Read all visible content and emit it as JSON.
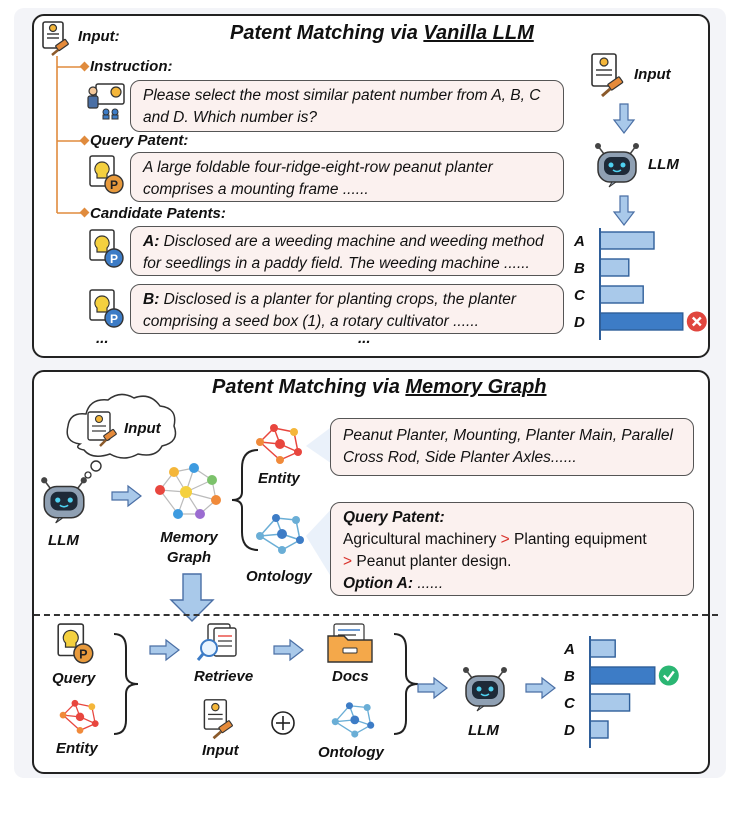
{
  "top": {
    "title_prefix": "Patent Matching via ",
    "title_method": "Vanilla LLM",
    "input_label": "Input:",
    "instruction_label": "Instruction:",
    "instruction_text": "Please select the most similar patent number from A, B, C and D. Which number is?",
    "query_label": "Query Patent:",
    "query_text": "A large foldable four-ridge-eight-row peanut planter comprises a mounting frame ......",
    "candidates_label": "Candidate Patents:",
    "candA_key": "A:",
    "candA_text": " Disclosed are a weeding machine and weeding method for seedlings in a paddy field. The weeding machine ......",
    "candB_key": "B:",
    "candB_text": " Disclosed is a planter for planting crops, the planter comprising a seed box (1), a rotary cultivator ......",
    "ellipsis_left": "...",
    "ellipsis_mid": "...",
    "flow_input": "Input",
    "flow_llm": "LLM",
    "result_colors": {
      "bar": "#a9c9ea",
      "selected": "#3d7cc6",
      "wrong": "#e0463e"
    }
  },
  "bottom": {
    "title_prefix": "Patent Matching via ",
    "title_method": "Memory Graph",
    "input_label": "Input",
    "llm_label": "LLM",
    "memory_graph_label": "Memory Graph",
    "entity_label": "Entity",
    "ontology_label": "Ontology",
    "entity_text": "Peanut Planter, Mounting, Planter Main, Parallel Cross Rod, Side Planter Axles......",
    "ontology_head": "Query Patent:",
    "ontology_path_1": "Agricultural machinery",
    "ontology_sep": ">",
    "ontology_path_2": "Planting equipment",
    "ontology_path_3": "Peanut planter design.",
    "ontology_option": "Option A:",
    "ontology_option_text": " ......",
    "query_label": "Query",
    "entity2_label": "Entity",
    "retrieve_label": "Retrieve",
    "input2_label": "Input",
    "docs_label": "Docs",
    "ontology2_label": "Ontology",
    "llm2_label": "LLM",
    "result_colors": {
      "bar": "#a9c9ea",
      "selected": "#3d7cc6",
      "correct": "#2bb673"
    }
  },
  "chart_data": [
    {
      "type": "bar",
      "orientation": "horizontal",
      "categories": [
        "A",
        "B",
        "C",
        "D"
      ],
      "values": [
        3,
        1.6,
        2.4,
        4.6
      ],
      "selected": "D",
      "result": "wrong"
    },
    {
      "type": "bar",
      "orientation": "horizontal",
      "categories": [
        "A",
        "B",
        "C",
        "D"
      ],
      "values": [
        1.4,
        3.6,
        2.2,
        1.0
      ],
      "selected": "B",
      "result": "correct"
    }
  ]
}
